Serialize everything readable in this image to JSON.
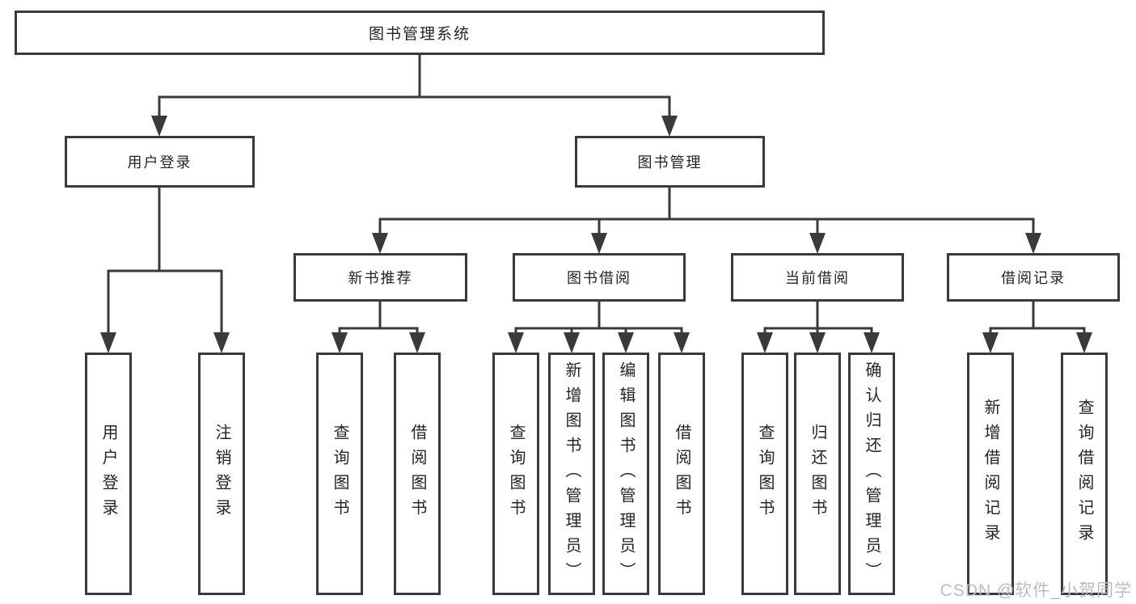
{
  "diagram": {
    "watermark": "CSDN @软件_小贺同学",
    "colors": {
      "line": "#3a3a3a",
      "box_border": "#3a3a3a",
      "text": "#242424",
      "background": "#ffffff",
      "watermark": "#bcbcbc"
    }
  },
  "tree": {
    "root": {
      "label": "图书管理系统",
      "children": [
        {
          "label": "用户登录",
          "children": [
            {
              "label": "用户登录"
            },
            {
              "label": "注销登录"
            }
          ]
        },
        {
          "label": "图书管理",
          "children": [
            {
              "label": "新书推荐",
              "children": [
                {
                  "label": "查询图书"
                },
                {
                  "label": "借阅图书"
                }
              ]
            },
            {
              "label": "图书借阅",
              "children": [
                {
                  "label": "查询图书"
                },
                {
                  "label": "新增图书（管理员）"
                },
                {
                  "label": "编辑图书（管理员）"
                },
                {
                  "label": "借阅图书"
                }
              ]
            },
            {
              "label": "当前借阅",
              "children": [
                {
                  "label": "查询图书"
                },
                {
                  "label": "归还图书"
                },
                {
                  "label": "确认归还（管理员）"
                }
              ]
            },
            {
              "label": "借阅记录",
              "children": [
                {
                  "label": "新增借阅记录"
                },
                {
                  "label": "查询借阅记录"
                }
              ]
            }
          ]
        }
      ]
    }
  }
}
